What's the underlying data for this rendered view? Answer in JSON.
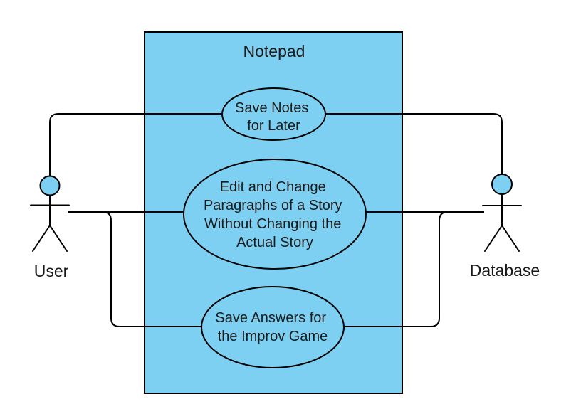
{
  "diagram": {
    "type": "uml-use-case-diagram",
    "colors": {
      "shape_fill": "#7DD0F2",
      "stroke": "#000000",
      "text": "#1A1A1A",
      "background": "#FFFFFF"
    },
    "system": {
      "title": "Notepad"
    },
    "actors": [
      {
        "name": "User",
        "side": "left"
      },
      {
        "name": "Database",
        "side": "right"
      }
    ],
    "use_cases": [
      {
        "text": "Save Notes for Later",
        "lines": [
          "Save Notes",
          "for Later"
        ]
      },
      {
        "text": "Edit and Change Paragraphs of a Story Without Changing the Actual Story",
        "lines": [
          "Edit and Change",
          "Paragraphs of a Story",
          "Without Changing the",
          "Actual Story"
        ]
      },
      {
        "text": "Save Answers for the Improv Game",
        "lines": [
          "Save Answers for",
          "the Improv Game"
        ]
      }
    ],
    "associations": [
      {
        "from": "User",
        "to": "Save Notes for Later"
      },
      {
        "from": "User",
        "to": "Edit and Change Paragraphs of a Story Without Changing the Actual Story"
      },
      {
        "from": "User",
        "to": "Save Answers for the Improv Game"
      },
      {
        "from": "Database",
        "to": "Save Notes for Later"
      },
      {
        "from": "Database",
        "to": "Edit and Change Paragraphs of a Story Without Changing the Actual Story"
      },
      {
        "from": "Database",
        "to": "Save Answers for the Improv Game"
      }
    ]
  }
}
